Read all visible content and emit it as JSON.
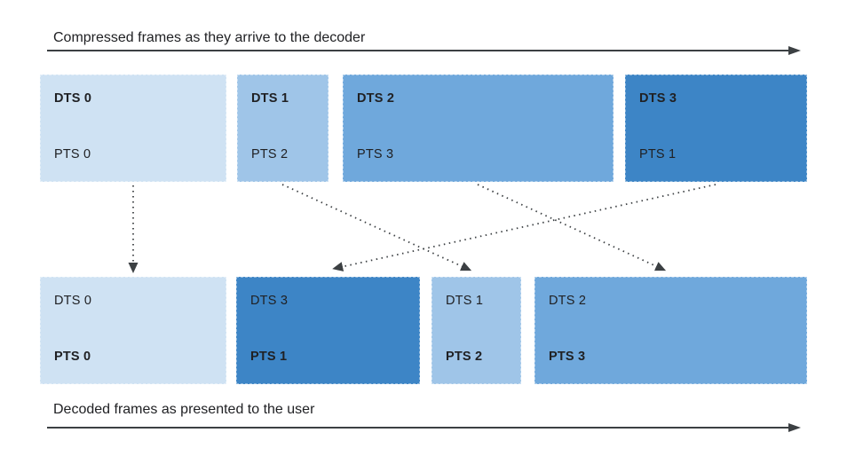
{
  "top": {
    "label": "Compressed frames as they arrive to the decoder",
    "frames": [
      {
        "dts": "DTS 0",
        "pts": "PTS 0",
        "color": "#cfe2f3"
      },
      {
        "dts": "DTS 1",
        "pts": "PTS 2",
        "color": "#9fc5e8"
      },
      {
        "dts": "DTS 2",
        "pts": "PTS 3",
        "color": "#6fa8dc"
      },
      {
        "dts": "DTS 3",
        "pts": "PTS 1",
        "color": "#3d85c6"
      }
    ]
  },
  "bottom": {
    "label": "Decoded frames as presented to the user",
    "frames": [
      {
        "dts": "DTS 0",
        "pts": "PTS 0",
        "color": "#cfe2f3"
      },
      {
        "dts": "DTS 3",
        "pts": "PTS 1",
        "color": "#3d85c6"
      },
      {
        "dts": "DTS 1",
        "pts": "PTS 2",
        "color": "#9fc5e8"
      },
      {
        "dts": "DTS 2",
        "pts": "PTS 3",
        "color": "#6fa8dc"
      }
    ]
  },
  "arrows": {
    "color": "#3c4043",
    "mappings": [
      {
        "from": "top PTS 0",
        "to": "bottom PTS 0"
      },
      {
        "from": "top PTS 2",
        "to": "bottom PTS 2"
      },
      {
        "from": "top PTS 3",
        "to": "bottom PTS 3"
      },
      {
        "from": "top PTS 1",
        "to": "bottom PTS 1"
      }
    ]
  }
}
